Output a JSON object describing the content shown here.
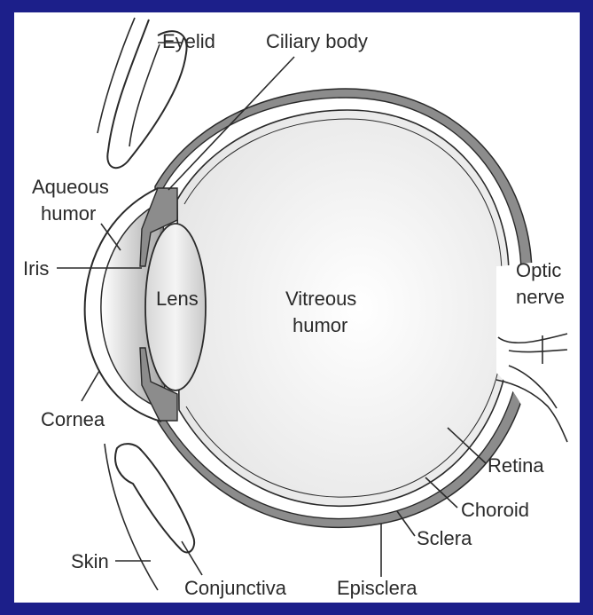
{
  "labels": {
    "eyelid": "Eyelid",
    "ciliary_body": "Ciliary body",
    "aqueous_1": "Aqueous",
    "aqueous_2": "humor",
    "iris": "Iris",
    "lens": "Lens",
    "vitreous_1": "Vitreous",
    "vitreous_2": "humor",
    "optic_1": "Optic",
    "optic_2": "nerve",
    "cornea": "Cornea",
    "retina": "Retina",
    "choroid": "Choroid",
    "sclera": "Sclera",
    "skin": "Skin",
    "conjunctiva": "Conjunctiva",
    "episclera": "Episclera"
  },
  "colors": {
    "frame": "#1c1f8a",
    "panel": "#ffffff",
    "outline": "#2a2a2a",
    "sclera_shade": "#8c8c8c",
    "vitreous_fill": "#f4f4f4"
  }
}
